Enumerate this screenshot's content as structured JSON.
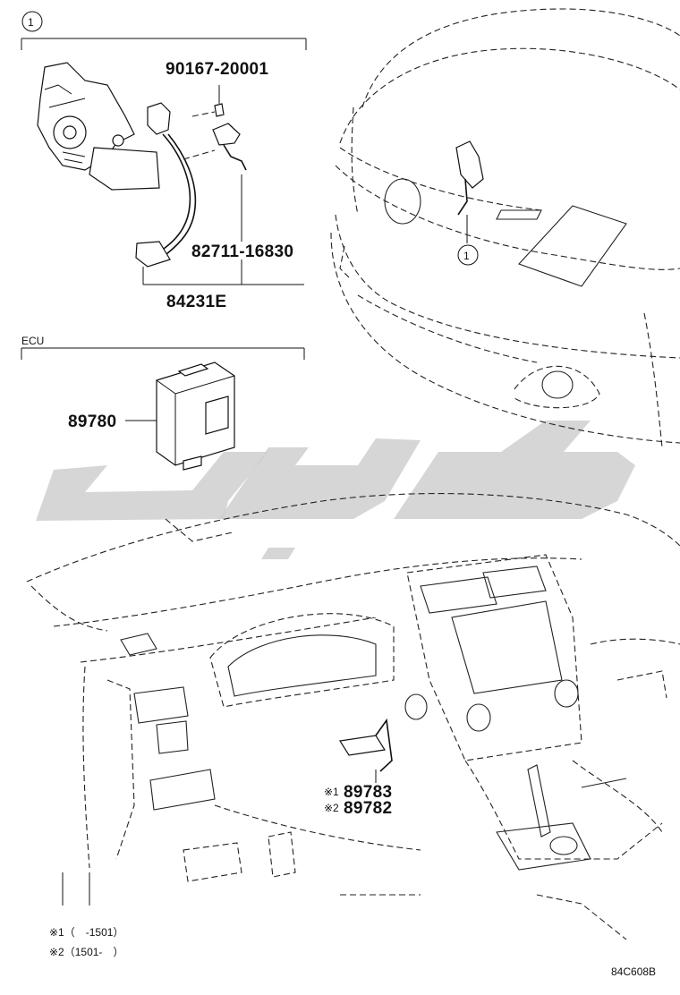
{
  "callout": {
    "index_badge": "1",
    "ecu_group_label": "ECU"
  },
  "parts": {
    "screw": "90167-20001",
    "bracket": "82711-16830",
    "switch_assy": "84231E",
    "ecu": "89780",
    "sensor_a": "89783",
    "sensor_b": "89782"
  },
  "markers": {
    "sensor_a": "※1",
    "sensor_b": "※2"
  },
  "notes": [
    "※1（　-1501）",
    "※2（1501-　）"
  ],
  "diagram_code": "84C608B"
}
